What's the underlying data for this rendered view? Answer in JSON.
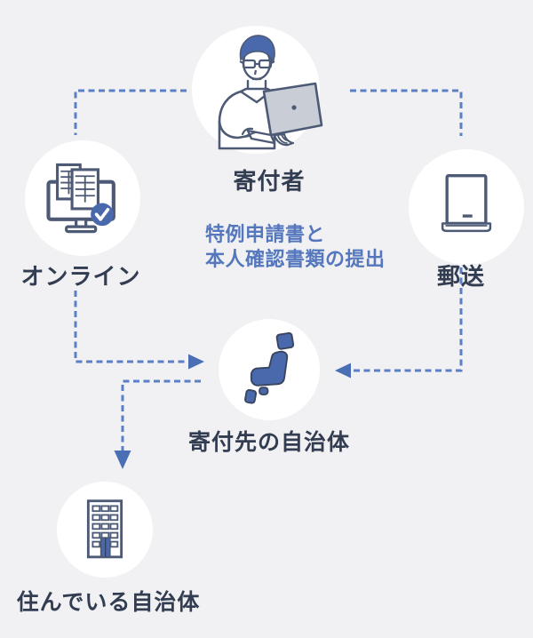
{
  "diagram": {
    "title": "onestop-application-flow",
    "nodes": [
      {
        "id": "donor",
        "label": "寄付者",
        "icon": "person-laptop-icon"
      },
      {
        "id": "online",
        "label": "オンライン",
        "icon": "online-application-icon"
      },
      {
        "id": "mail",
        "label": "郵送",
        "icon": "mailbox-icon"
      },
      {
        "id": "destination",
        "label": "寄付先の自治体",
        "icon": "japan-map-icon"
      },
      {
        "id": "home",
        "label": "住んでいる自治体",
        "icon": "building-icon"
      }
    ],
    "caption": {
      "line1": "特例申請書と",
      "line2": "本人確認書類の提出"
    },
    "connectors": [
      {
        "from": "donor",
        "to": "online",
        "style": "dashed",
        "arrow": false
      },
      {
        "from": "donor",
        "to": "mail",
        "style": "dashed",
        "arrow": false
      },
      {
        "from": "online",
        "to": "destination",
        "style": "dashed",
        "arrow": true
      },
      {
        "from": "mail",
        "to": "destination",
        "style": "dashed",
        "arrow": true
      },
      {
        "from": "destination",
        "to": "home",
        "style": "dashed",
        "arrow": true
      }
    ],
    "colors": {
      "background": "#f1f1f3",
      "node-circle": "#ffffff",
      "label-text": "#333d52",
      "caption-text": "#5577bd",
      "connector": "#5b7fc7",
      "arrow": "#4a6fb5",
      "icon-line": "#4d5a75",
      "icon-blue": "#4a69ad",
      "laptop-gray": "#c9ced6"
    }
  }
}
